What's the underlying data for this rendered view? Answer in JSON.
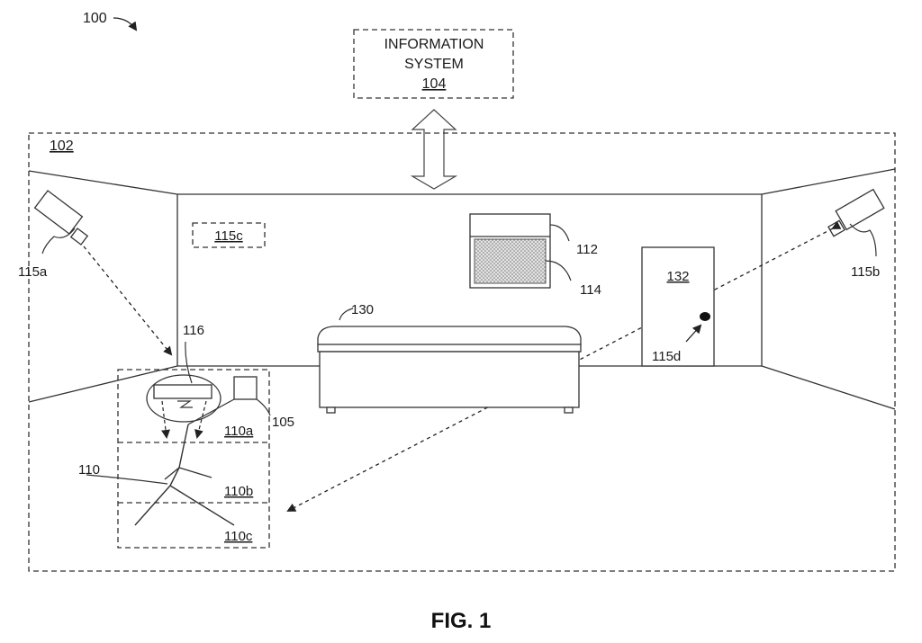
{
  "figure": {
    "ref_main": "100",
    "info_system": {
      "line1": "INFORMATION",
      "line2": "SYSTEM",
      "ref": "104"
    },
    "room_ref": "102",
    "cam_a": "115a",
    "cam_b": "115b",
    "sensor_c": "115c",
    "sensor_d": "115d",
    "device_ref": "116",
    "box_ref": "105",
    "person_ref": "110",
    "zone_a": "110a",
    "zone_b": "110b",
    "zone_c": "110c",
    "window_ref": "112",
    "screen_ref": "114",
    "bed_ref": "130",
    "door_ref": "132",
    "caption": "FIG. 1"
  }
}
